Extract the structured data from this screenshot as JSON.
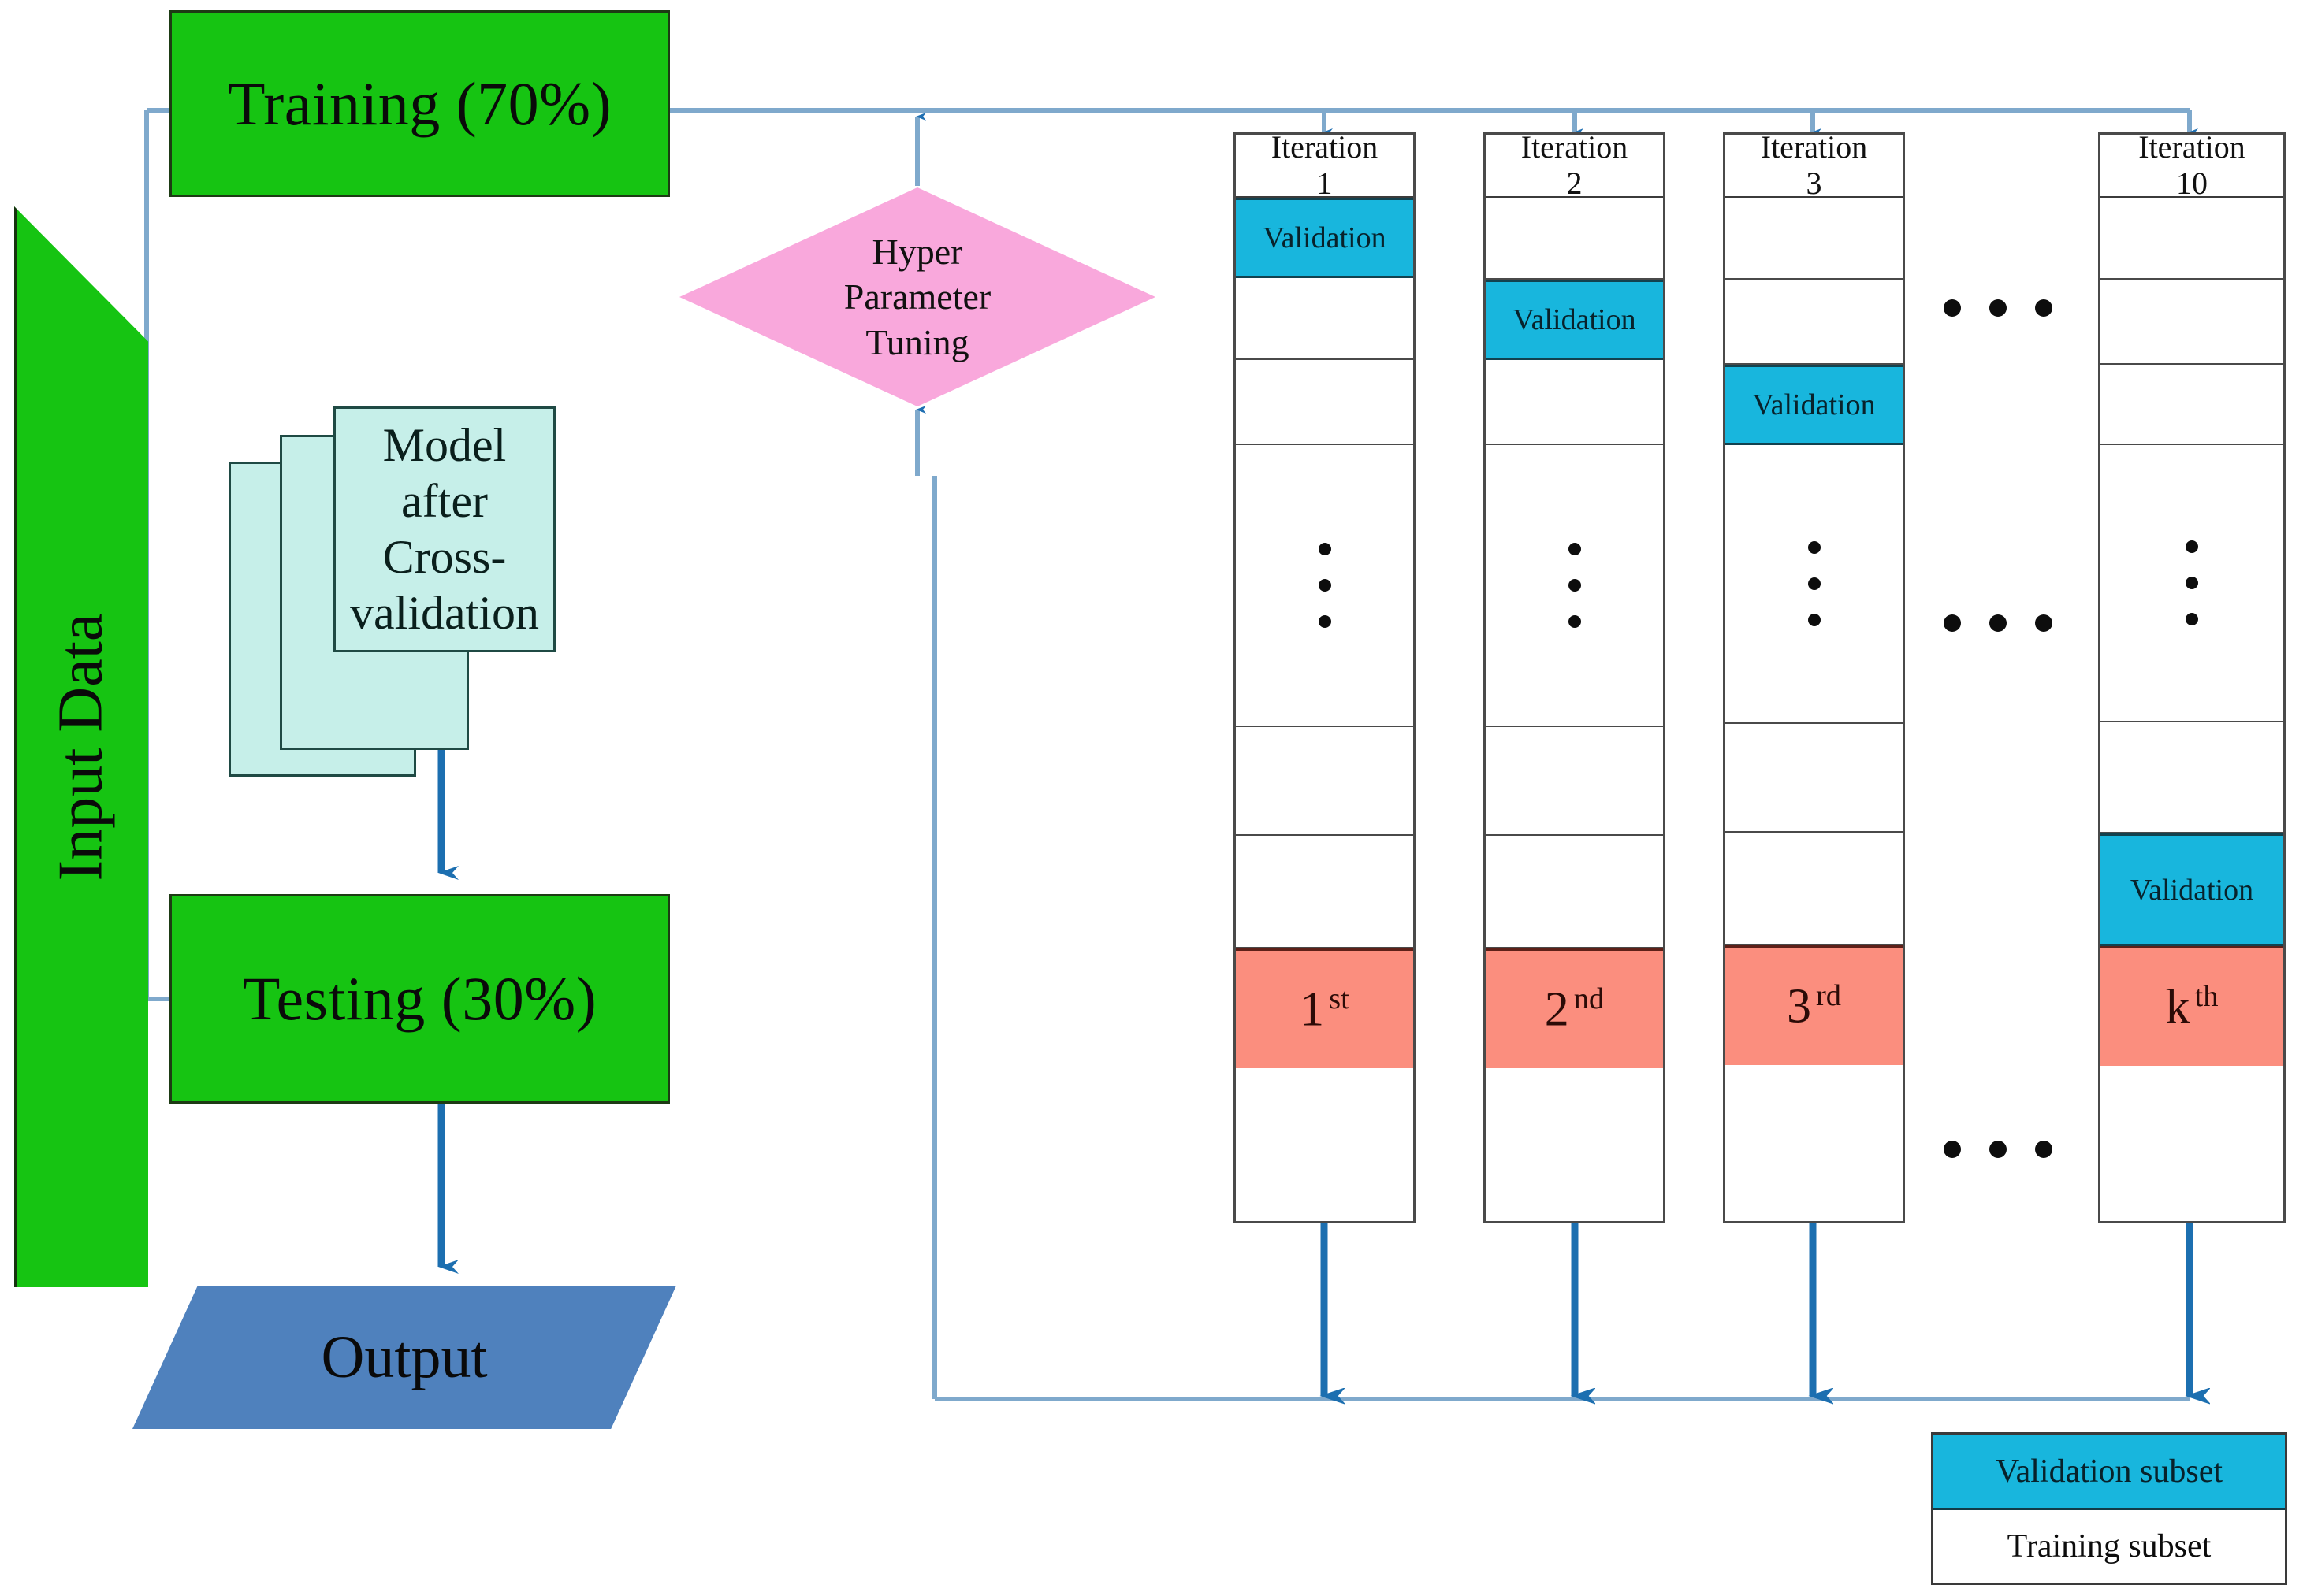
{
  "diagram": {
    "title": "Machine learning train/test split with k-fold cross-validation and hyper-parameter tuning",
    "colors": {
      "green_box": "#16C412",
      "validation_cyan": "#18B6DD",
      "fold_salmon": "#FB8E7E",
      "model_card": "#C6EFE9",
      "output_blue": "#4F81BD",
      "diamond_pink": "#F9A8DC",
      "connector_blue": "#7FA9CC",
      "arrow_blue": "#1F6FB2"
    }
  },
  "nodes": {
    "input_data": {
      "label": "Input Data"
    },
    "training": {
      "label": "Training (70%)"
    },
    "testing": {
      "label": "Testing (30%)"
    },
    "model": {
      "line1": "Model",
      "line2": "after",
      "line3": "Cross-",
      "line4": "validation"
    },
    "output": {
      "label": "Output"
    },
    "hyper": {
      "line1": "Hyper",
      "line2": "Parameter",
      "line3": "Tuning"
    }
  },
  "cv": {
    "columns": [
      {
        "header_line1": "Iteration",
        "header_line2": "1",
        "validation_label": "Validation",
        "validation_row_index": 1,
        "fold_label": "1",
        "fold_suffix": "st"
      },
      {
        "header_line1": "Iteration",
        "header_line2": "2",
        "validation_label": "Validation",
        "validation_row_index": 2,
        "fold_label": "2",
        "fold_suffix": "nd"
      },
      {
        "header_line1": "Iteration",
        "header_line2": "3",
        "validation_label": "Validation",
        "validation_row_index": 3,
        "fold_label": "3",
        "fold_suffix": "rd"
      },
      {
        "header_line1": "Iteration",
        "header_line2": "10",
        "validation_label": "Validation",
        "validation_row_index": 6,
        "fold_label": "k",
        "fold_suffix": "th"
      }
    ],
    "ellipsis_glyph": "•",
    "ellipsis_count": 3
  },
  "legend": {
    "validation_label": "Validation subset",
    "training_label": "Training subset"
  }
}
